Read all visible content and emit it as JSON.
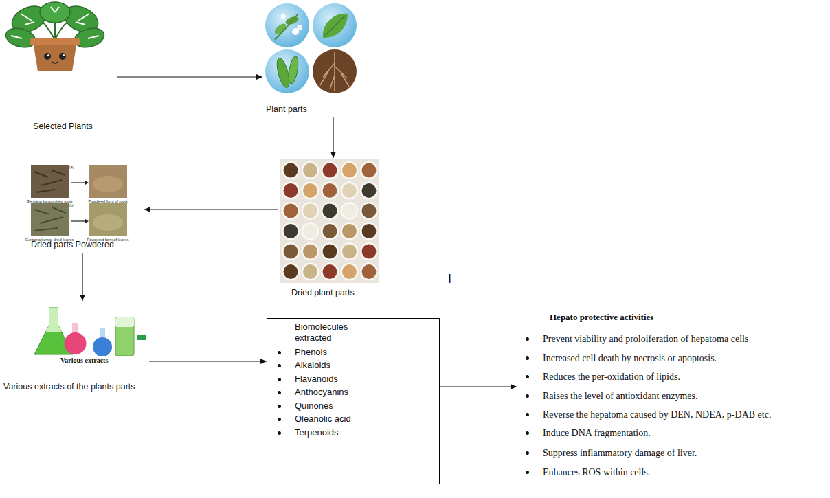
{
  "diagram": {
    "nodes": [
      {
        "text": [
          "Selected Plants"
        ]
      },
      {
        "text": [
          "Plant parts"
        ]
      },
      {
        "text": [
          "Dried plant parts"
        ]
      },
      {
        "text": [
          "Dried parts Powdered"
        ]
      },
      {
        "text": [
          "Various extracts",
          "Various extracts of the plants parts"
        ]
      },
      {
        "text": [
          "Biomolecules extracted",
          "Phenols",
          "Alkaloids",
          "Flavanoids",
          "Anthocyanins",
          "Quinones",
          "Oleanolic acid",
          "Terpenoids"
        ]
      },
      {
        "text": [
          "Hepato protective activities",
          "Prevent viability and proloiferation of hepatoma cells",
          "Increased cell death by necrosis or apoptosis.",
          "Reduces the per-oxidation of lipids.",
          "Raises the level of antioxidant enzymes.",
          "Reverse the hepatoma caused by DEN, NDEA, p-DAB etc.",
          "Induce DNA fragmentation.",
          "Suppress inflammatory damage of liver.",
          "Enhances ROS within cells."
        ]
      }
    ],
    "edges": [
      {
        "from": 0,
        "to": 1,
        "arrow": "to"
      },
      {
        "from": 1,
        "to": 2,
        "arrow": "to"
      },
      {
        "from": 2,
        "to": 3,
        "arrow": "to"
      },
      {
        "from": 3,
        "to": 4,
        "arrow": "to"
      },
      {
        "from": 4,
        "to": 5,
        "arrow": "to"
      },
      {
        "from": 5,
        "to": 6,
        "arrow": "to"
      }
    ],
    "labels": [
      "(a)",
      "Gentiana kurroo dried roots",
      "Powdered form of roots",
      "(b)",
      "Gentiana kurroo dried leaves",
      "Powdered form of leaves",
      "I"
    ]
  }
}
